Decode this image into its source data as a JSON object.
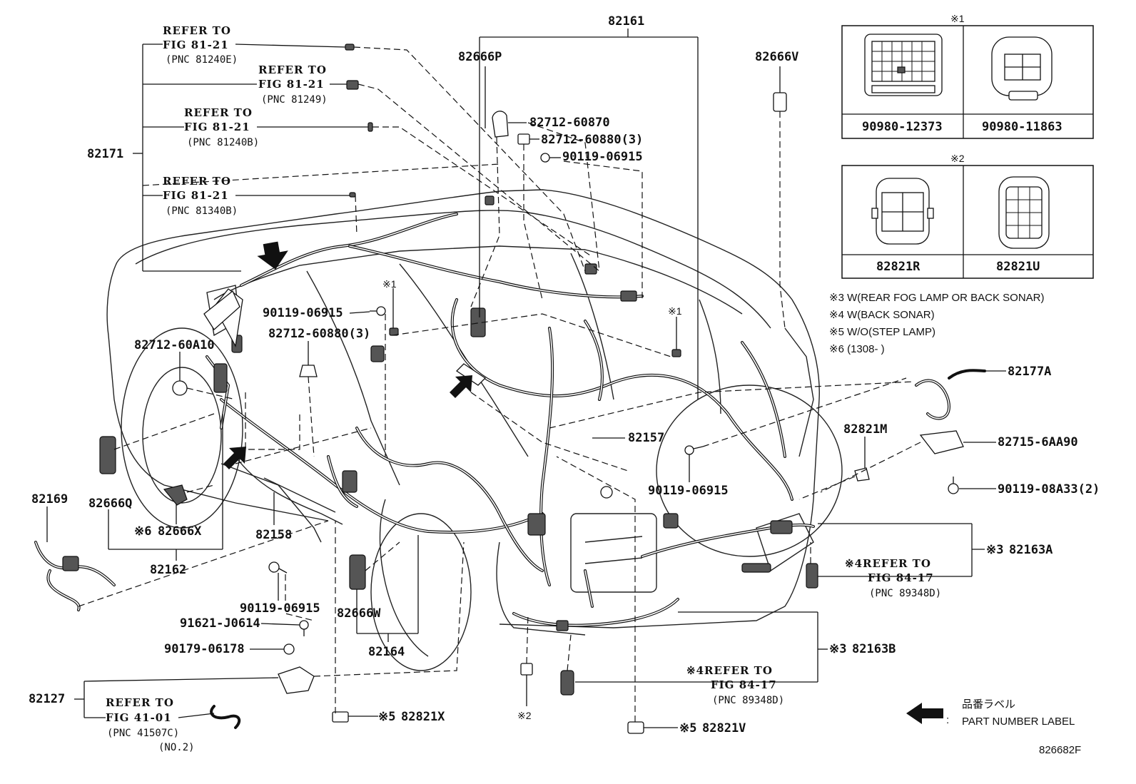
{
  "diagram": {
    "fig_code": "826682F",
    "parts": {
      "p82161": "82161",
      "p82666P": "82666P",
      "p82666V": "82666V",
      "p82171": "82171",
      "p82712_60870": "82712-60870",
      "p82712_60880_3_top": "82712-60880(3)",
      "p90119_06915_top": "90119-06915",
      "p90119_06915_left": "90119-06915",
      "p82712_60880_3_mid": "82712-60880(3)",
      "p82712_60A10": "82712-60A10",
      "p82169": "82169",
      "p82666Q": "82666Q",
      "p82666X": "82666X",
      "p82162": "82162",
      "p82158": "82158",
      "p82157": "82157",
      "p90119_06915_center": "90119-06915",
      "p90119_06915_bottom": "90119-06915",
      "p91621_J0614": "91621-J0614",
      "p90179_06178": "90179-06178",
      "p82127": "82127",
      "p82666W": "82666W",
      "p82164": "82164",
      "p82821X": "82821X",
      "p82821V": "82821V",
      "p82163B": "82163B",
      "p82163A": "82163A",
      "p82821M": "82821M",
      "p82177A": "82177A",
      "p82715_6AA90": "82715-6AA90",
      "p90119_08A33_2": "90119-08A33(2)"
    },
    "marks": {
      "m1a": "※1",
      "m1b": "※1",
      "m1box": "※1",
      "m2box": "※2",
      "m2": "※2",
      "m3a": "※3",
      "m3b": "※3",
      "m4a": "※4",
      "m4b": "※4",
      "m5x": "※5",
      "m5v": "※5",
      "m6": "※6"
    },
    "refs": {
      "refer_to": "REFER TO",
      "fig_81_21": "FIG 81-21",
      "pnc_81240E": "(PNC 81240E)",
      "pnc_81249": "(PNC 81249)",
      "pnc_81240B": "(PNC 81240B)",
      "pnc_81340B": "(PNC 81340B)",
      "fig_84_17": "FIG 84-17",
      "pnc_89348D": "(PNC 89348D)",
      "fig_41_01": "FIG 41-01",
      "pnc_41507C": "(PNC 41507C)",
      "no2": "(NO.2)"
    },
    "connector_box_1": {
      "left_part": "90980-12373",
      "right_part": "90980-11863"
    },
    "connector_box_2": {
      "left_part": "82821R",
      "right_part": "82821U"
    },
    "notes": {
      "n3": "※3 W(REAR FOG LAMP OR BACK SONAR)",
      "n4": "※4 W(BACK SONAR)",
      "n5": "※5 W/O(STEP LAMP)",
      "n6": "※6 (1308-     )"
    },
    "legend": {
      "jp": "品番ラベル",
      "colon": ":",
      "en": "PART NUMBER LABEL"
    }
  }
}
